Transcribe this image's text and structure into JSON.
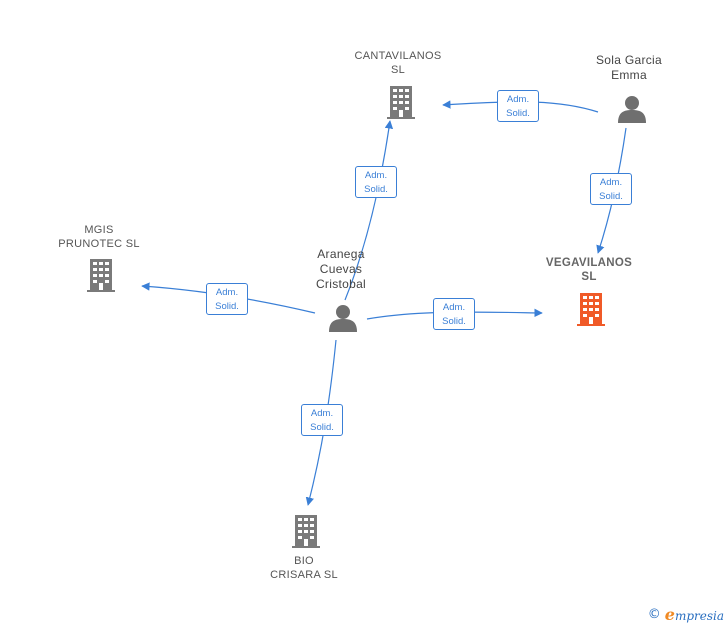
{
  "colors": {
    "edge": "#3a7fd6",
    "company": "#7a7a7a",
    "highlight": "#f05a28",
    "person": "#6f6f6f"
  },
  "nodes": {
    "cantavilanos": {
      "label_line1": "CANTAVILANOS",
      "label_line2": "SL",
      "kind": "company"
    },
    "sola_garcia": {
      "label_line1": "Sola Garcia",
      "label_line2": "Emma",
      "kind": "person"
    },
    "mgis": {
      "label_line1": "MGIS",
      "label_line2": "PRUNOTEC  SL",
      "kind": "company"
    },
    "aranega": {
      "label_line1": "Aranega",
      "label_line2": "Cuevas",
      "label_line3": "Cristobal",
      "kind": "person"
    },
    "vegavilanos": {
      "label_line1": "VEGAVILANOS",
      "label_line2": "SL",
      "kind": "company-highlight"
    },
    "bio_crisara": {
      "label_line1": "BIO",
      "label_line2": "CRISARA SL",
      "kind": "company"
    }
  },
  "edges": [
    {
      "id": "sola-to-cantavilanos",
      "line1": "Adm.",
      "line2": "Solid."
    },
    {
      "id": "aranega-to-cantavilanos",
      "line1": "Adm.",
      "line2": "Solid."
    },
    {
      "id": "sola-to-vegavilanos",
      "line1": "Adm.",
      "line2": "Solid."
    },
    {
      "id": "aranega-to-mgis",
      "line1": "Adm.",
      "line2": "Solid."
    },
    {
      "id": "aranega-to-vegavilanos",
      "line1": "Adm.",
      "line2": "Solid."
    },
    {
      "id": "aranega-to-bio",
      "line1": "Adm.",
      "line2": "Solid."
    }
  ],
  "footer": {
    "copyright": "©",
    "brand_initial": "e",
    "brand_rest": "mpresia"
  }
}
